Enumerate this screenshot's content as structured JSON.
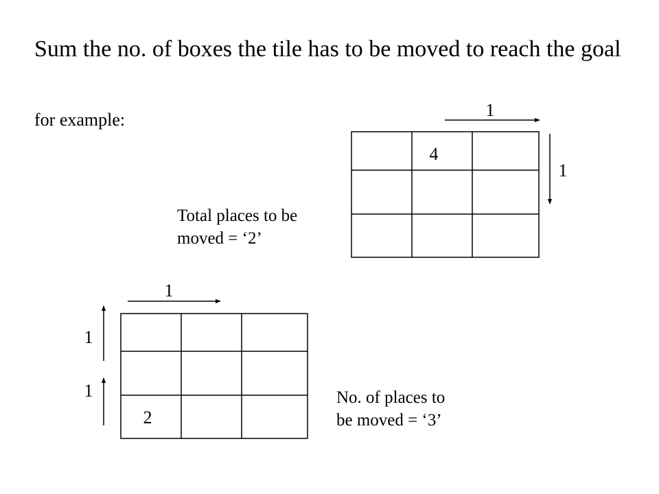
{
  "title": "Sum the no. of boxes the tile has to be moved to reach the goal",
  "intro": "for example:",
  "example1": {
    "tile": "4",
    "move_right": "1",
    "move_down": "1",
    "caption_line1": "Total places to be",
    "caption_line2": "moved = ‘2’"
  },
  "example2": {
    "tile": "2",
    "move_right": "1",
    "move_up_top": "1",
    "move_up_bottom": "1",
    "caption_line1": "No. of places to",
    "caption_line2": "be moved = ‘3’"
  },
  "colors": {
    "ink": "#000000",
    "background": "#ffffff"
  }
}
